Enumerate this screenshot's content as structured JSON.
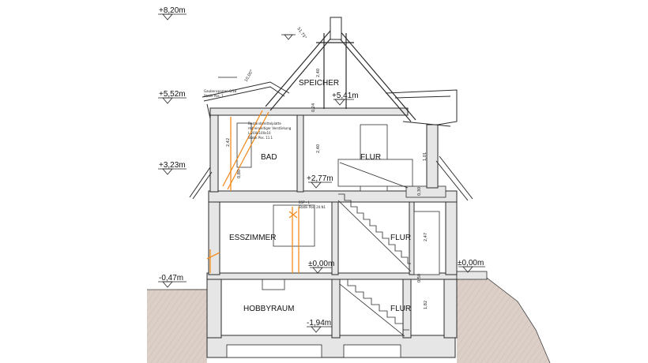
{
  "levels": {
    "l_820": "+8,20m",
    "l_552": "+5,52m",
    "l_323": "+3,23m",
    "l_047": "-0,47m",
    "in_541": "+5,41m",
    "in_277": "+2,77m",
    "in_000": "±0,00m",
    "out_000": "±0,00m",
    "in_194": "-1,94m"
  },
  "rooms": {
    "speicher": "SPEICHER",
    "bad": "BAD",
    "flur_top": "FLUR",
    "esszimmer": "ESSZIMMER",
    "flur_mid": "FLUR",
    "hobbyraum": "HOBBYRAUM",
    "flur_low": "FLUR"
  },
  "dims": {
    "d_240_top": "2,40",
    "d_024": "0,24",
    "d_240_mid": "2,40",
    "d_042": "2,42",
    "d_080": "0,80",
    "d_101": "1,01",
    "d_030": "0,30",
    "d_247": "2,47",
    "d_050": "0,50",
    "d_182": "1,82"
  },
  "angles": {
    "main_roof": "51,75°",
    "dormer": "10,00°"
  },
  "notes": {
    "gauben_1": "Gaubensparren 6/18",
    "gauben_2": "Statik Pos. 1",
    "best_1": "Bestandsmittelplatte",
    "best_2": "mit einseitiger Verstärkung",
    "best_3": "L 200x100x10",
    "best_4": "Statik Pos. 11.1",
    "mid_1": "BSP - L",
    "mid_2": "Statik Pos. 20.N1"
  },
  "colors": {
    "wall_fill": "#e6e6e6",
    "wall_line": "#2b2b2b",
    "ground_fill": "#d9cbc4",
    "steel_orange": "#f08c1e"
  }
}
